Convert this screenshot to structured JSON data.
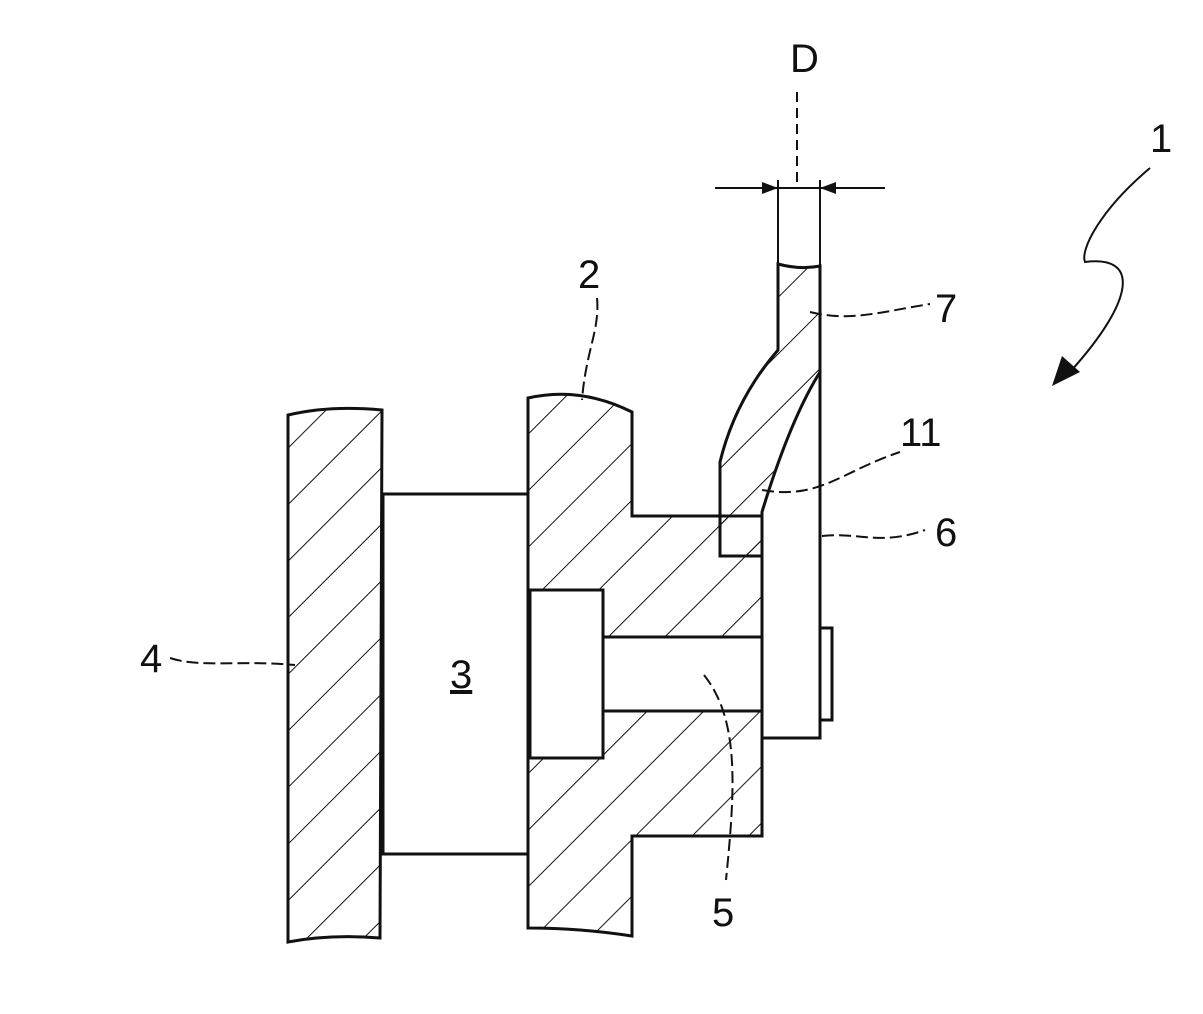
{
  "labels": {
    "part_1": "1",
    "part_2": "2",
    "part_3": "3",
    "part_4": "4",
    "part_5": "5",
    "part_6": "6",
    "part_7": "7",
    "part_11": "11",
    "dimension_d": "D"
  },
  "colors": {
    "line": "#111111",
    "background": "#ffffff"
  }
}
